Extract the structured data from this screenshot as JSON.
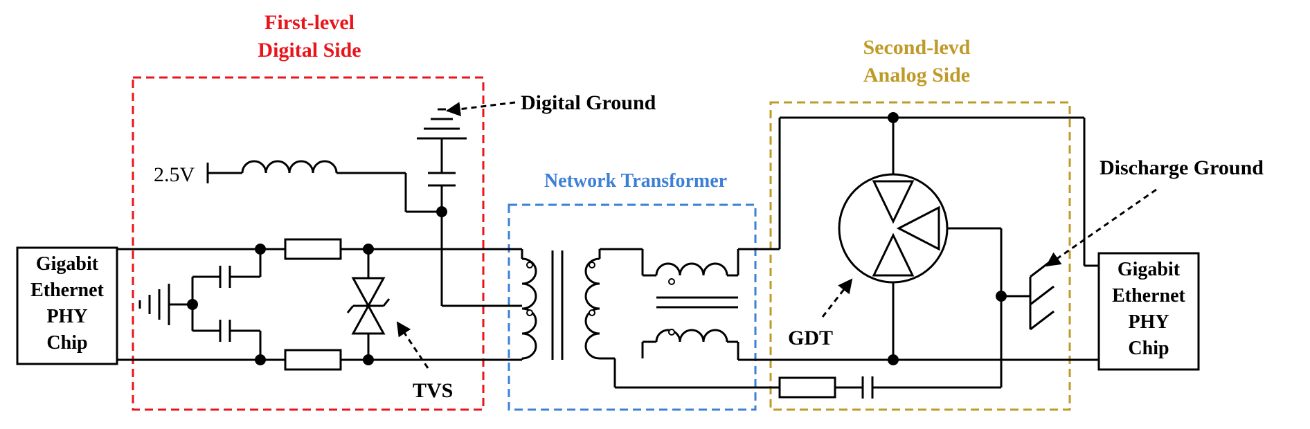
{
  "regions": {
    "first_level": {
      "line1": "First-level",
      "line2": "Digital Side",
      "color": "#e8141b"
    },
    "second_level": {
      "line1": "Second-levd",
      "line2": "Analog Side",
      "color": "#c09a27"
    },
    "network_transformer": {
      "label": "Network Transformer",
      "color": "#3d7fd6"
    }
  },
  "left_chip": {
    "lines": [
      "Gigabit",
      "Ethernet",
      "PHY",
      "Chip"
    ]
  },
  "right_chip": {
    "lines": [
      "Gigabit",
      "Ethernet",
      "PHY",
      "Chip"
    ]
  },
  "annotations": {
    "digital_ground": "Digital Ground",
    "supply_voltage": "2.5V",
    "tvs": "TVS",
    "gdt": "GDT",
    "discharge_ground": "Discharge Ground"
  }
}
